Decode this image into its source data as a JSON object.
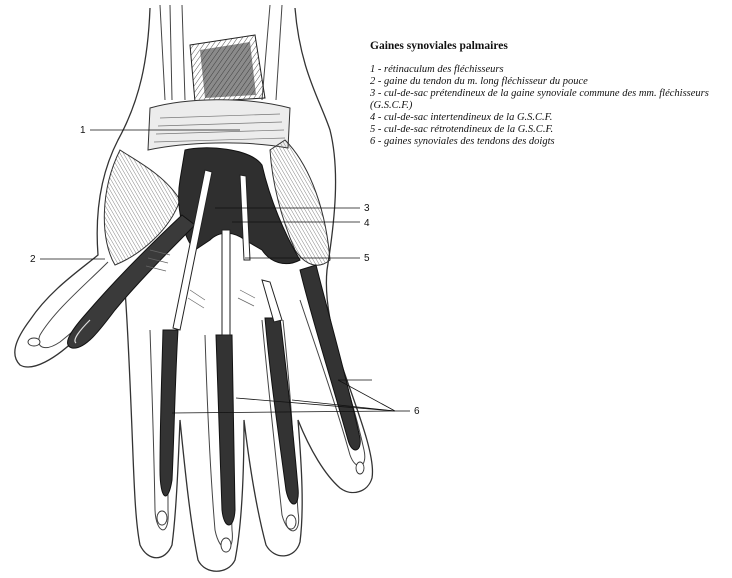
{
  "legend": {
    "title": "Gaines synoviales palmaires",
    "items": [
      {
        "num": "1",
        "text": "1 - rétinaculum des fléchisseurs"
      },
      {
        "num": "2",
        "text": "2 - gaine du tendon du m. long fléchisseur du pouce"
      },
      {
        "num": "3",
        "text": "3 - cul-de-sac prétendineux de la gaine synoviale commune des mm. fléchisseurs (G.S.C.F.)"
      },
      {
        "num": "4",
        "text": "4 - cul-de-sac intertendineux de la G.S.C.F."
      },
      {
        "num": "5",
        "text": "5 - cul-de-sac rétrotendineux de la G.S.C.F."
      },
      {
        "num": "6",
        "text": "6 - gaines synoviales des tendons des doigts"
      }
    ]
  },
  "callouts": {
    "c1": "1",
    "c2": "2",
    "c3": "3",
    "c4": "4",
    "c5": "5",
    "c6": "6"
  }
}
